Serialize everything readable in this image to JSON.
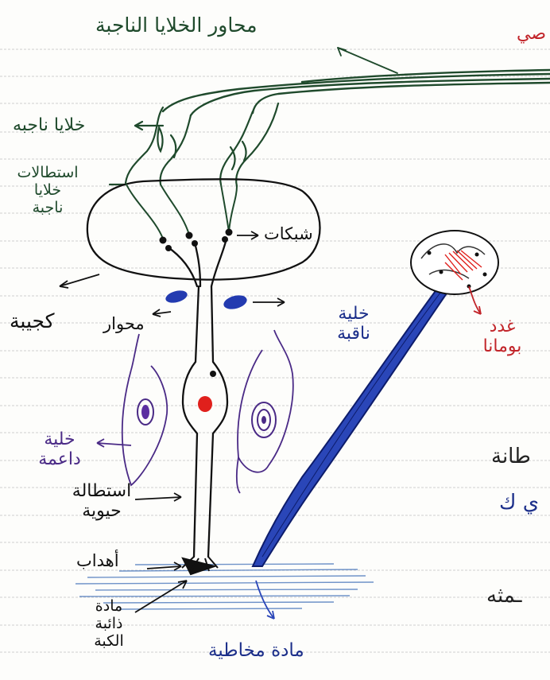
{
  "labels": {
    "olfactory_nerve_fibers": "محاور الخلايا الناجبة",
    "receptor_cells": "خلايا ناجبه",
    "receptor_axons": [
      "استطالات",
      "خلايا",
      "ناجبة"
    ],
    "synapses": "شبكات",
    "glomerulus": "كجيبة",
    "axon": "محوار",
    "receptor_cell": [
      "خلية",
      "ناقبة"
    ],
    "supporting_cell": [
      "خلية",
      "داعمة"
    ],
    "dendrite": [
      "استطالة",
      "حيوية"
    ],
    "cilia": "أهداب",
    "mucus": [
      "مادة",
      "ذائبة",
      "الكبة"
    ],
    "odorant": "مادة مخاطية",
    "bowman_gland": [
      "غدد",
      "بومانا"
    ]
  },
  "margin_fragments": {
    "top_right": "صي",
    "right_1": "طانة",
    "right_2": "ي ك",
    "right_3": "ـمثه"
  },
  "colors": {
    "ruled_line": "#c9c9c9",
    "green_ink": "#1f4a2c",
    "black_ink": "#111111",
    "blue_ink": "#1c2f8a",
    "purple_ink": "#4a2a86",
    "red_ink": "#c2252a",
    "nucleus_red": "#e0201c"
  }
}
